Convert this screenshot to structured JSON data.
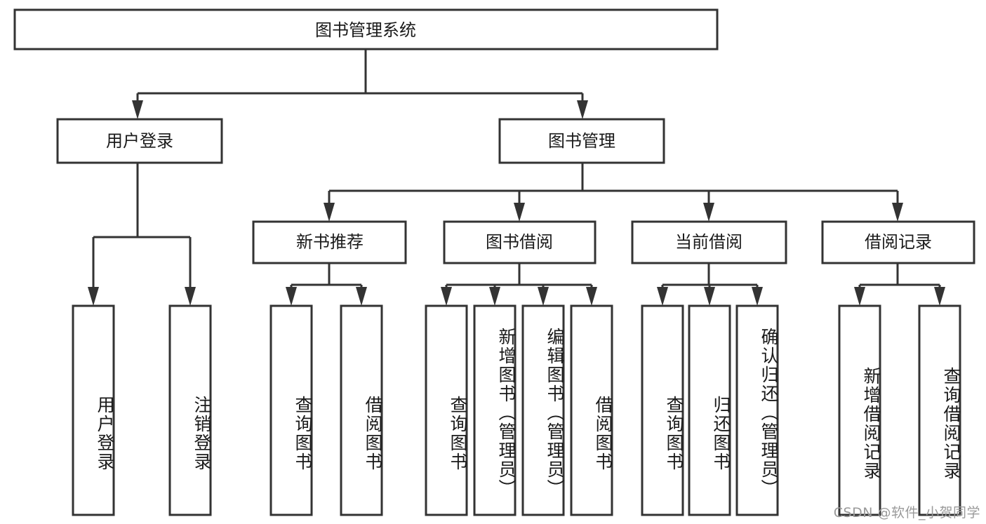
{
  "diagram": {
    "title": "图书管理系统",
    "type": "tree-hierarchy",
    "watermark": "CSDN @软件_小贺同学",
    "colors": {
      "box_stroke": "#333333",
      "box_fill": "#ffffff",
      "text": "#1a1a1a",
      "connector": "#333333",
      "watermark": "#9a9a9a",
      "background": "#ffffff"
    },
    "levels": {
      "root": {
        "label": "图书管理系统"
      },
      "level2": [
        {
          "id": "user-login",
          "label": "用户登录"
        },
        {
          "id": "book-manage",
          "label": "图书管理"
        }
      ],
      "level3": [
        {
          "id": "new-book-recommend",
          "label": "新书推荐",
          "parent": "book-manage"
        },
        {
          "id": "book-borrow",
          "label": "图书借阅",
          "parent": "book-manage"
        },
        {
          "id": "current-borrow",
          "label": "当前借阅",
          "parent": "book-manage"
        },
        {
          "id": "borrow-record",
          "label": "借阅记录",
          "parent": "book-manage"
        }
      ],
      "leaves": [
        {
          "id": "leaf-user-login",
          "label": "用户登录",
          "parent": "user-login"
        },
        {
          "id": "leaf-logout-login",
          "label": "注销登录",
          "parent": "user-login"
        },
        {
          "id": "leaf-query-book-1",
          "label": "查询图书",
          "parent": "new-book-recommend"
        },
        {
          "id": "leaf-borrow-book-1",
          "label": "借阅图书",
          "parent": "new-book-recommend"
        },
        {
          "id": "leaf-query-book-2",
          "label": "查询图书",
          "parent": "book-borrow"
        },
        {
          "id": "leaf-add-book",
          "label": "新增图书（管理员）",
          "parent": "book-borrow"
        },
        {
          "id": "leaf-edit-book",
          "label": "编辑图书（管理员）",
          "parent": "book-borrow"
        },
        {
          "id": "leaf-borrow-book-2",
          "label": "借阅图书",
          "parent": "book-borrow"
        },
        {
          "id": "leaf-query-book-3",
          "label": "查询图书",
          "parent": "current-borrow"
        },
        {
          "id": "leaf-return-book",
          "label": "归还图书",
          "parent": "current-borrow"
        },
        {
          "id": "leaf-confirm-return",
          "label": "确认归还（管理员）",
          "parent": "current-borrow"
        },
        {
          "id": "leaf-add-record",
          "label": "新增借阅记录",
          "parent": "borrow-record"
        },
        {
          "id": "leaf-query-record",
          "label": "查询借阅记录",
          "parent": "borrow-record"
        }
      ]
    }
  }
}
